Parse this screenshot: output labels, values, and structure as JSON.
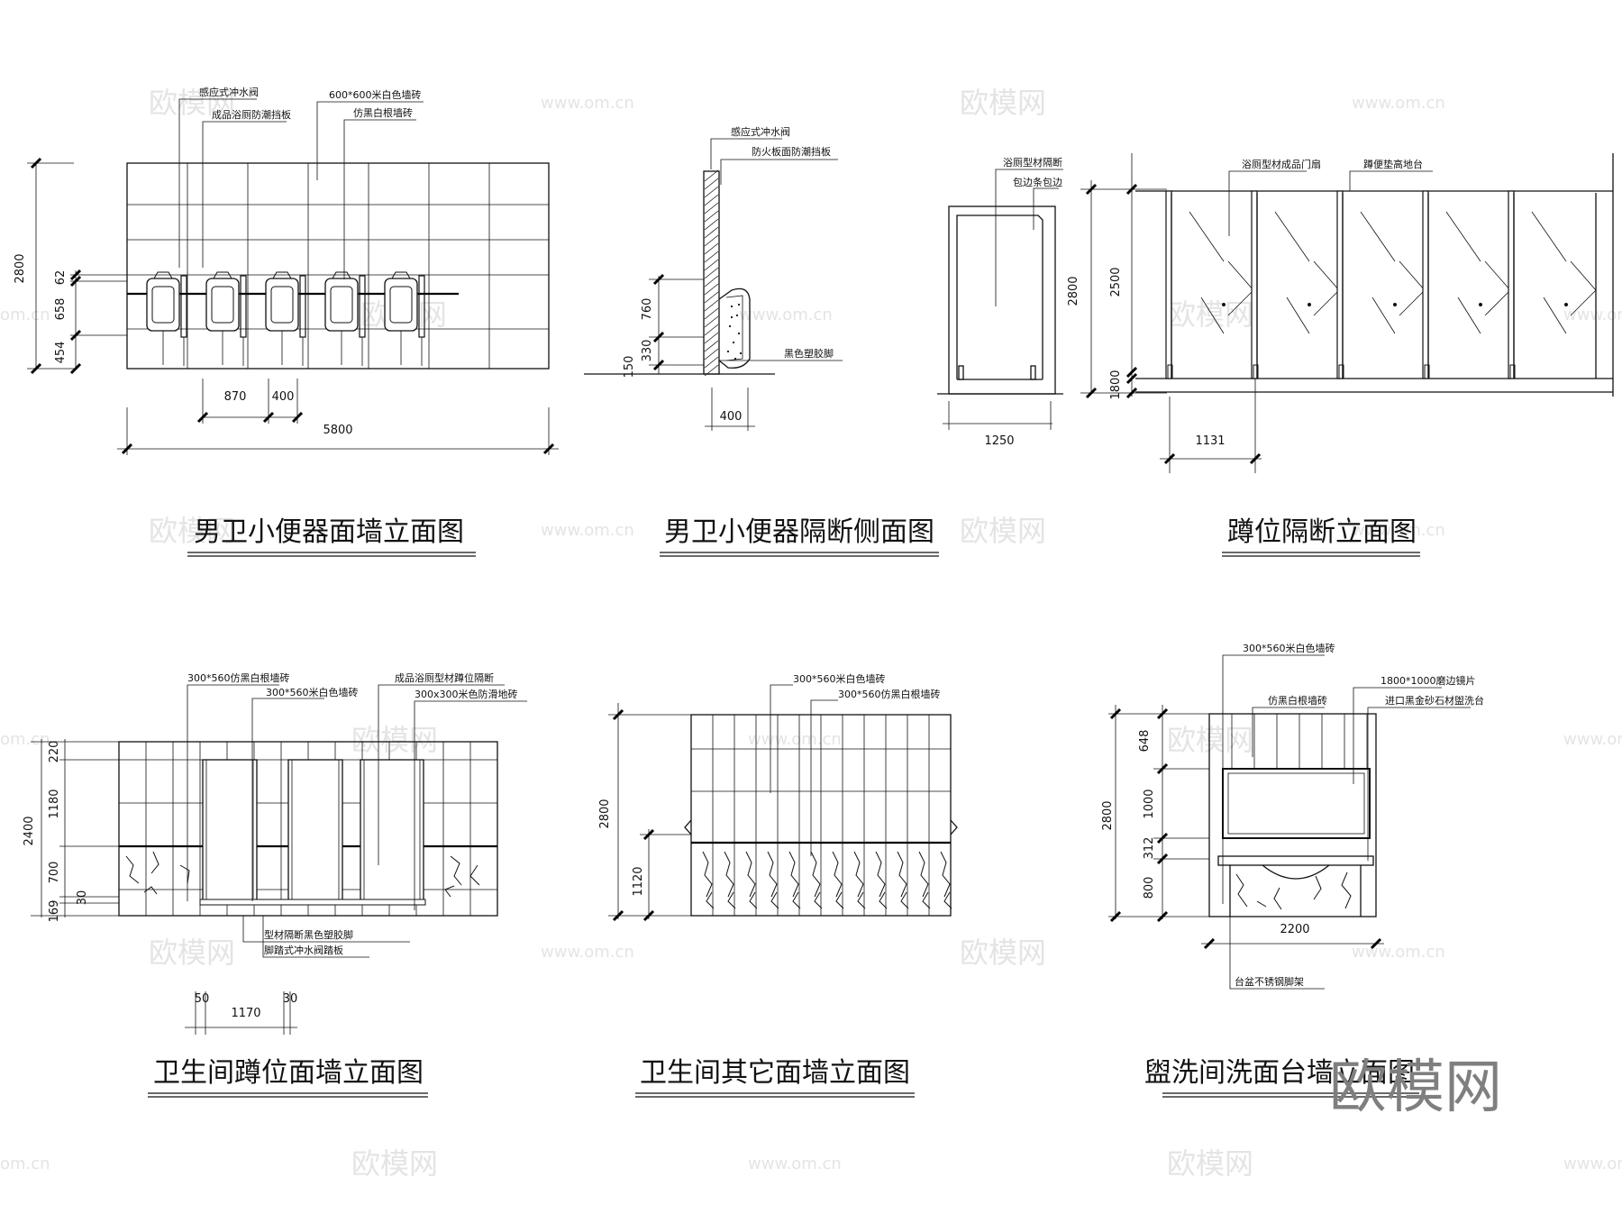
{
  "watermark": {
    "brand": "欧模网",
    "url": "www.om.cn",
    "url_short": "om.cn"
  },
  "drawings": {
    "urinal_wall": {
      "title": "男卫小便器面墙立面图",
      "notes": [
        "感应式冲水阀",
        "成品浴厕防潮挡板",
        "600*600米白色墙砖",
        "仿黑白根墙砖"
      ],
      "dims": {
        "height": "2800",
        "d1": "62",
        "d2": "658",
        "d3": "454",
        "w1": "870",
        "w2": "400",
        "total": "5800"
      }
    },
    "urinal_side": {
      "title": "男卫小便器隔断侧面图",
      "notes": [
        "感应式冲水阀",
        "防火板面防潮挡板",
        "黑色塑胶脚"
      ],
      "dims": {
        "h1": "760",
        "h2": "330",
        "h3": "150",
        "w": "400"
      }
    },
    "squat_partition": {
      "title": "蹲位隔断立面图",
      "notes": [
        "浴厕型材隔断",
        "包边条包边",
        "浴厕型材成品门扇",
        "蹲便垫高地台"
      ],
      "dims": {
        "h_left": "2800",
        "h_right": "2500",
        "h_small": "1800",
        "w_left": "1250",
        "w_right": "1131"
      }
    },
    "squat_wall": {
      "title": "卫生间蹲位面墙立面图",
      "notes": [
        "300*560仿黑白根墙砖",
        "300*560米白色墙砖",
        "成品浴厕型材蹲位隔断",
        "300x300米色防滑地砖",
        "型材隔断黑色塑胶脚",
        "脚踏式冲水阀踏板"
      ],
      "dims": {
        "total": "2400",
        "d1": "220",
        "d2": "1180",
        "d3": "700",
        "d4": "30",
        "d5": "169",
        "w1": "50",
        "w2": "1170",
        "w3": "30"
      }
    },
    "other_wall": {
      "title": "卫生间其它面墙立面图",
      "notes": [
        "300*560米白色墙砖",
        "300*560仿黑白根墙砖"
      ],
      "dims": {
        "total": "2800",
        "lower": "1120"
      }
    },
    "washbasin_wall": {
      "title": "盥洗间洗面台墙立面图",
      "notes": [
        "300*560米白色墙砖",
        "1800*1000磨边镜片",
        "仿黑白根墙砖",
        "进口黑金砂石材盥洗台",
        "台盆不锈钢脚架"
      ],
      "dims": {
        "total": "2800",
        "d1": "648",
        "d2": "1000",
        "d3": "312",
        "d4": "800",
        "width": "2200"
      }
    }
  }
}
